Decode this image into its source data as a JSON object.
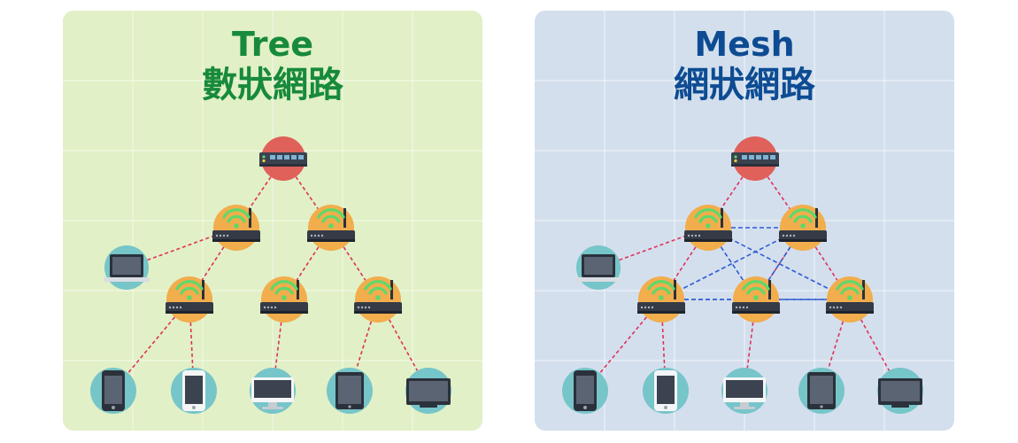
{
  "colors": {
    "tree_bg": "#e1f0c6",
    "mesh_bg": "#d3dfed",
    "tree_title": "#178a3b",
    "mesh_title": "#0d4c93",
    "gateway_circle": "#e0605a",
    "router_circle": "#f2ad4c",
    "device_circle": "#76c5c9",
    "uplink_line": "#e0315b",
    "mesh_line": "#2d5cd6",
    "wifi": "#5fd86a"
  },
  "tree": {
    "title_en": "Tree",
    "title_zh": "數狀網路"
  },
  "mesh": {
    "title_en": "Mesh",
    "title_zh": "網狀網路"
  },
  "icons": {
    "gateway": "switch-icon",
    "router": "wifi-router-icon",
    "laptop": "laptop-icon",
    "phone": "smartphone-icon",
    "phone_white": "smartphone-white-icon",
    "monitor": "monitor-icon",
    "tablet": "tablet-icon",
    "tv": "tv-icon"
  },
  "topology": {
    "nodes": [
      {
        "id": "gw",
        "type": "gateway"
      },
      {
        "id": "r1",
        "type": "router"
      },
      {
        "id": "r2",
        "type": "router"
      },
      {
        "id": "r3",
        "type": "router"
      },
      {
        "id": "r4",
        "type": "router"
      },
      {
        "id": "r5",
        "type": "router"
      },
      {
        "id": "lap",
        "type": "laptop"
      },
      {
        "id": "d1",
        "type": "phone"
      },
      {
        "id": "d2",
        "type": "phone_white"
      },
      {
        "id": "d3",
        "type": "monitor"
      },
      {
        "id": "d4",
        "type": "tablet"
      },
      {
        "id": "d5",
        "type": "tv"
      }
    ],
    "uplinks": [
      [
        "gw",
        "r1"
      ],
      [
        "gw",
        "r2"
      ],
      [
        "r1",
        "lap"
      ],
      [
        "r1",
        "r3"
      ],
      [
        "r2",
        "r4"
      ],
      [
        "r2",
        "r5"
      ],
      [
        "r3",
        "d1"
      ],
      [
        "r3",
        "d2"
      ],
      [
        "r4",
        "d3"
      ],
      [
        "r5",
        "d4"
      ],
      [
        "r5",
        "d5"
      ]
    ],
    "mesh_links": [
      [
        "r1",
        "r2"
      ],
      [
        "r1",
        "r4"
      ],
      [
        "r1",
        "r5"
      ],
      [
        "r2",
        "r3"
      ],
      [
        "r2",
        "r4"
      ],
      [
        "r3",
        "r4"
      ],
      [
        "r4",
        "r5"
      ],
      [
        "r3",
        "r5"
      ]
    ]
  }
}
